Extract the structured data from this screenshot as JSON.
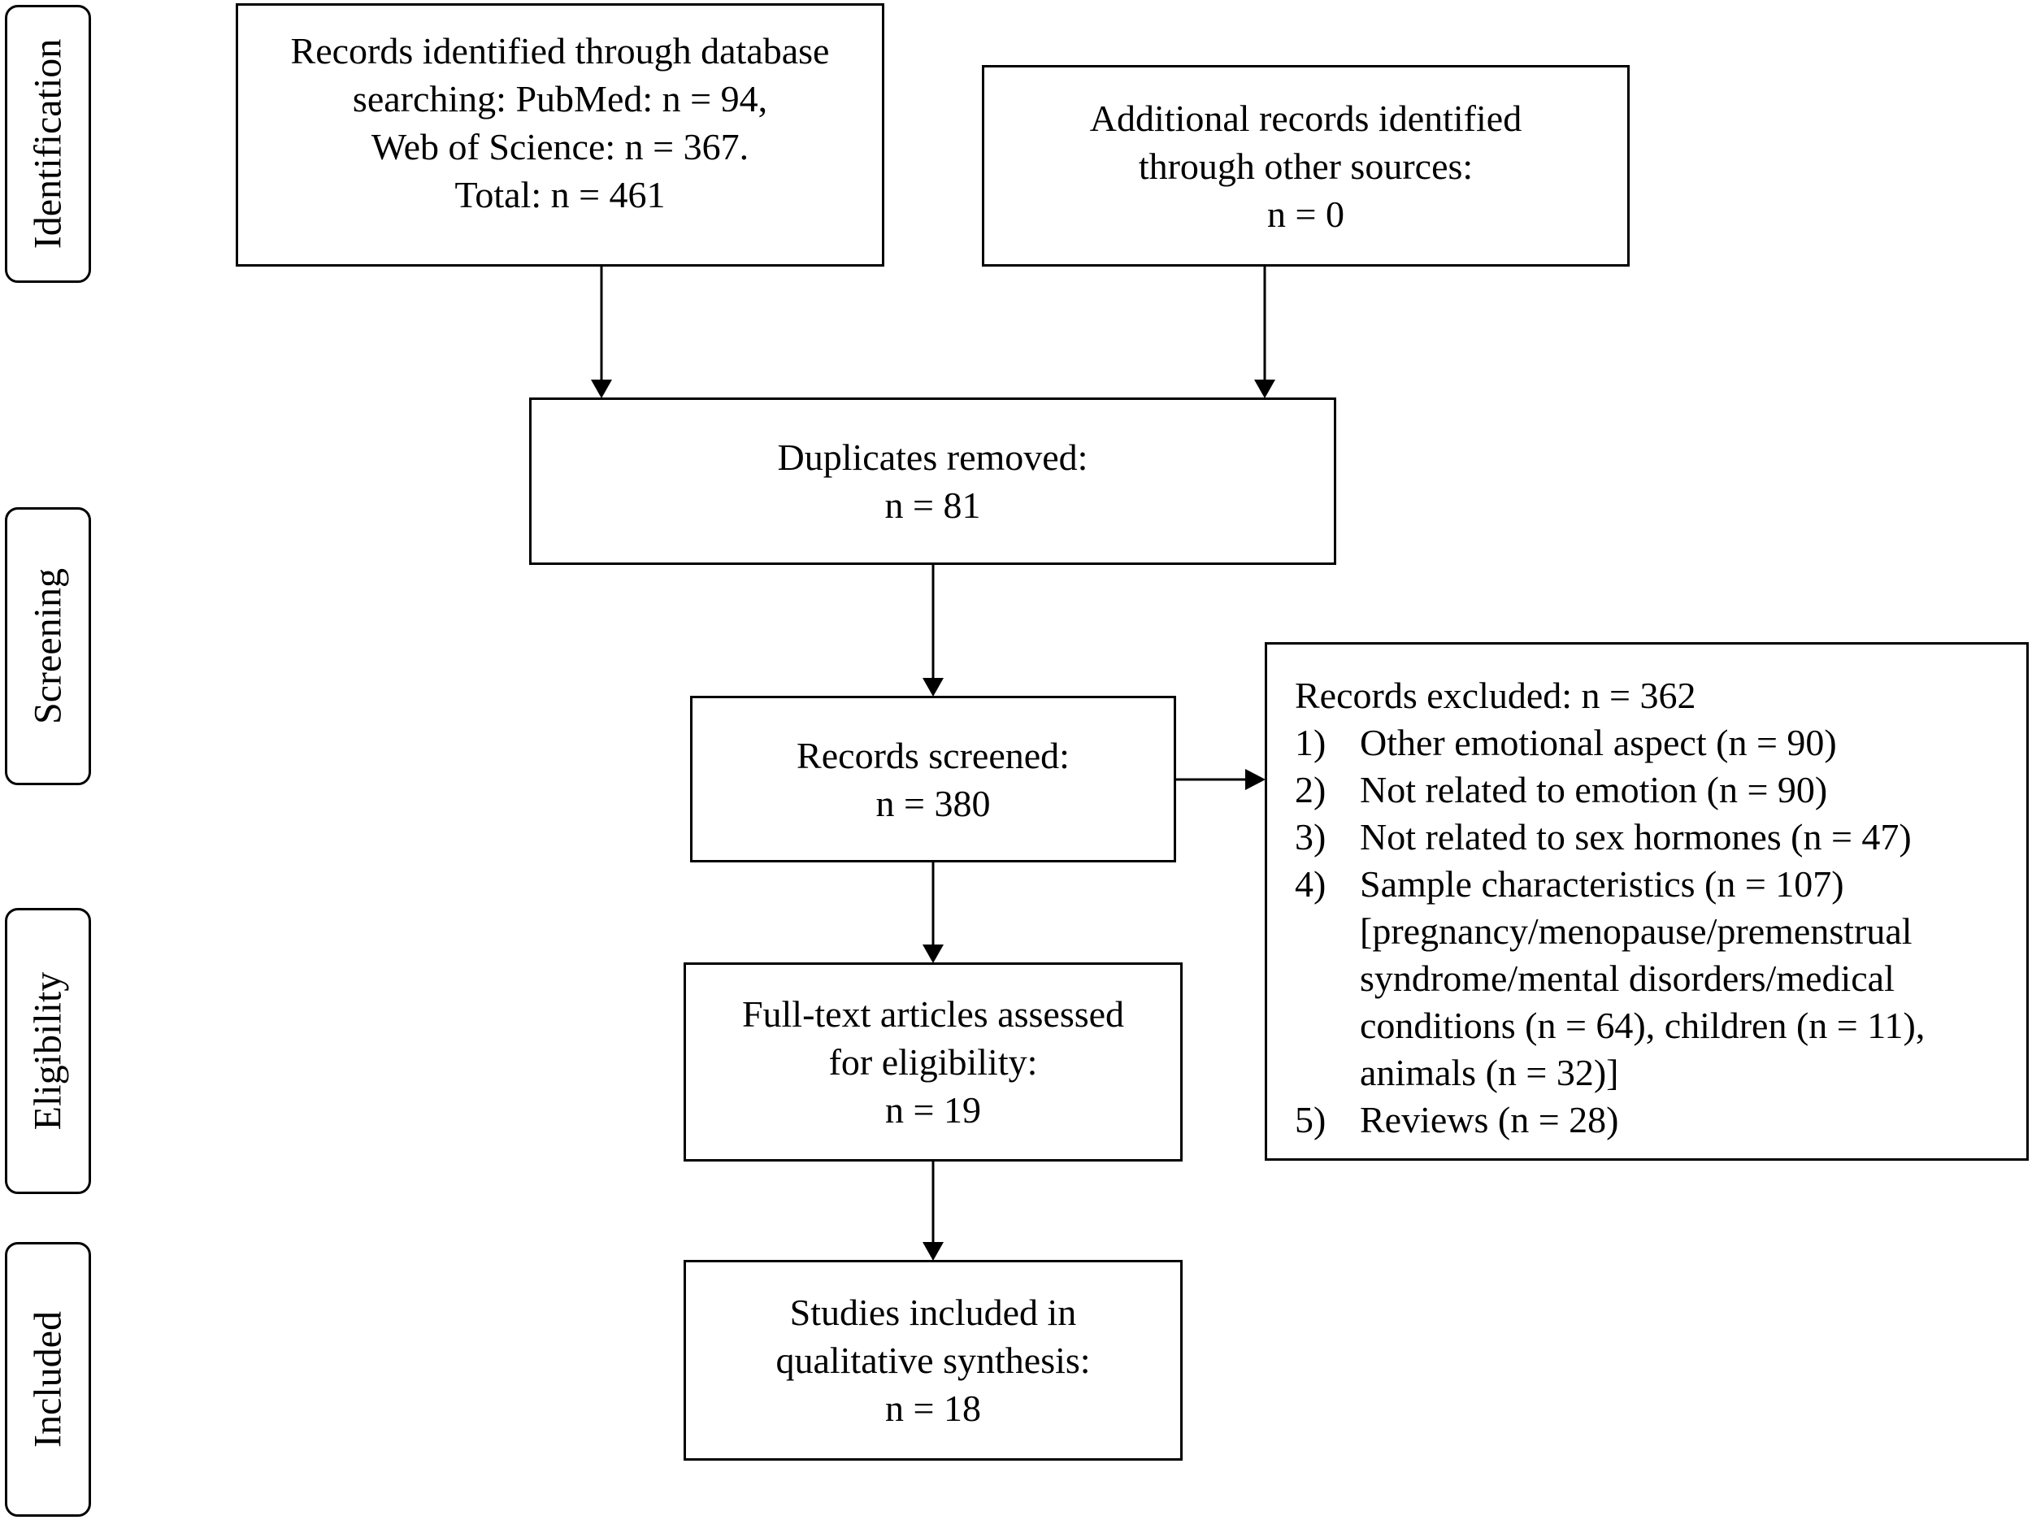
{
  "stages": {
    "identification": "Identification",
    "screening": "Screening",
    "eligibility": "Eligibility",
    "included": "Included"
  },
  "identified": {
    "lines": [
      "Records identified through database",
      "searching: PubMed: n = 94,",
      "Web of Science: n = 367.",
      "Total: n = 461"
    ]
  },
  "additional": {
    "lines": [
      "Additional records identified",
      "through other sources:",
      "n = 0"
    ]
  },
  "duplicates": {
    "lines": [
      "Duplicates removed:",
      "n = 81"
    ]
  },
  "screened": {
    "lines": [
      "Records screened:",
      "n = 380"
    ]
  },
  "fulltext": {
    "lines": [
      "Full-text articles assessed",
      "for eligibility:",
      "n = 19"
    ]
  },
  "included": {
    "lines": [
      "Studies included in",
      "qualitative synthesis:",
      "n = 18"
    ]
  },
  "excluded": {
    "title": "Records excluded: n = 362",
    "items": [
      {
        "num": "1)",
        "text": "Other emotional aspect (n = 90)"
      },
      {
        "num": "2)",
        "text": "Not related to emotion (n = 90)"
      },
      {
        "num": "3)",
        "text": "Not related to sex hormones (n = 47)"
      },
      {
        "num": "4)",
        "text": "Sample characteristics (n = 107)"
      }
    ],
    "sub_lines": [
      "[pregnancy/menopause/premenstrual",
      "syndrome/mental disorders/medical",
      "conditions (n = 64), children (n = 11),",
      "animals (n = 32)]"
    ],
    "last_item": {
      "num": "5)",
      "text": "Reviews (n = 28)"
    }
  }
}
